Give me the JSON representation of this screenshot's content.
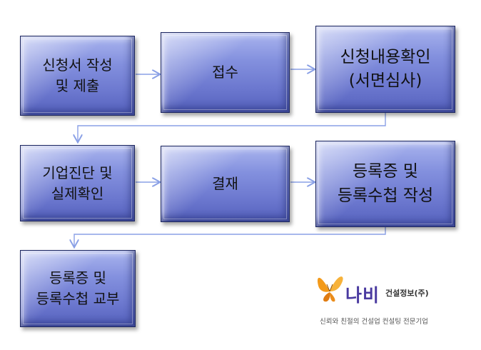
{
  "steps": [
    {
      "lines": [
        "신청서 작성",
        "및 제출"
      ]
    },
    {
      "lines": [
        "접수"
      ]
    },
    {
      "lines": [
        "신청내용확인",
        "(서면심사)"
      ]
    },
    {
      "lines": [
        "기업진단 및",
        "실제확인"
      ]
    },
    {
      "lines": [
        "결재"
      ]
    },
    {
      "lines": [
        "등록증 및",
        "등록수첩 작성"
      ]
    },
    {
      "lines": [
        "등록증 및",
        "등록수첩 교부"
      ]
    }
  ],
  "logo": {
    "name": "나비",
    "sub": "건설정보(주)",
    "tagline": "신뢰와 친절의 건설업 컨설팅 전문기업"
  },
  "colors": {
    "box_fill": "#7b87d8",
    "arrow": "#8aa0e6",
    "logo_text": "#4a3aa0",
    "butterfly": "#f39a1a"
  }
}
